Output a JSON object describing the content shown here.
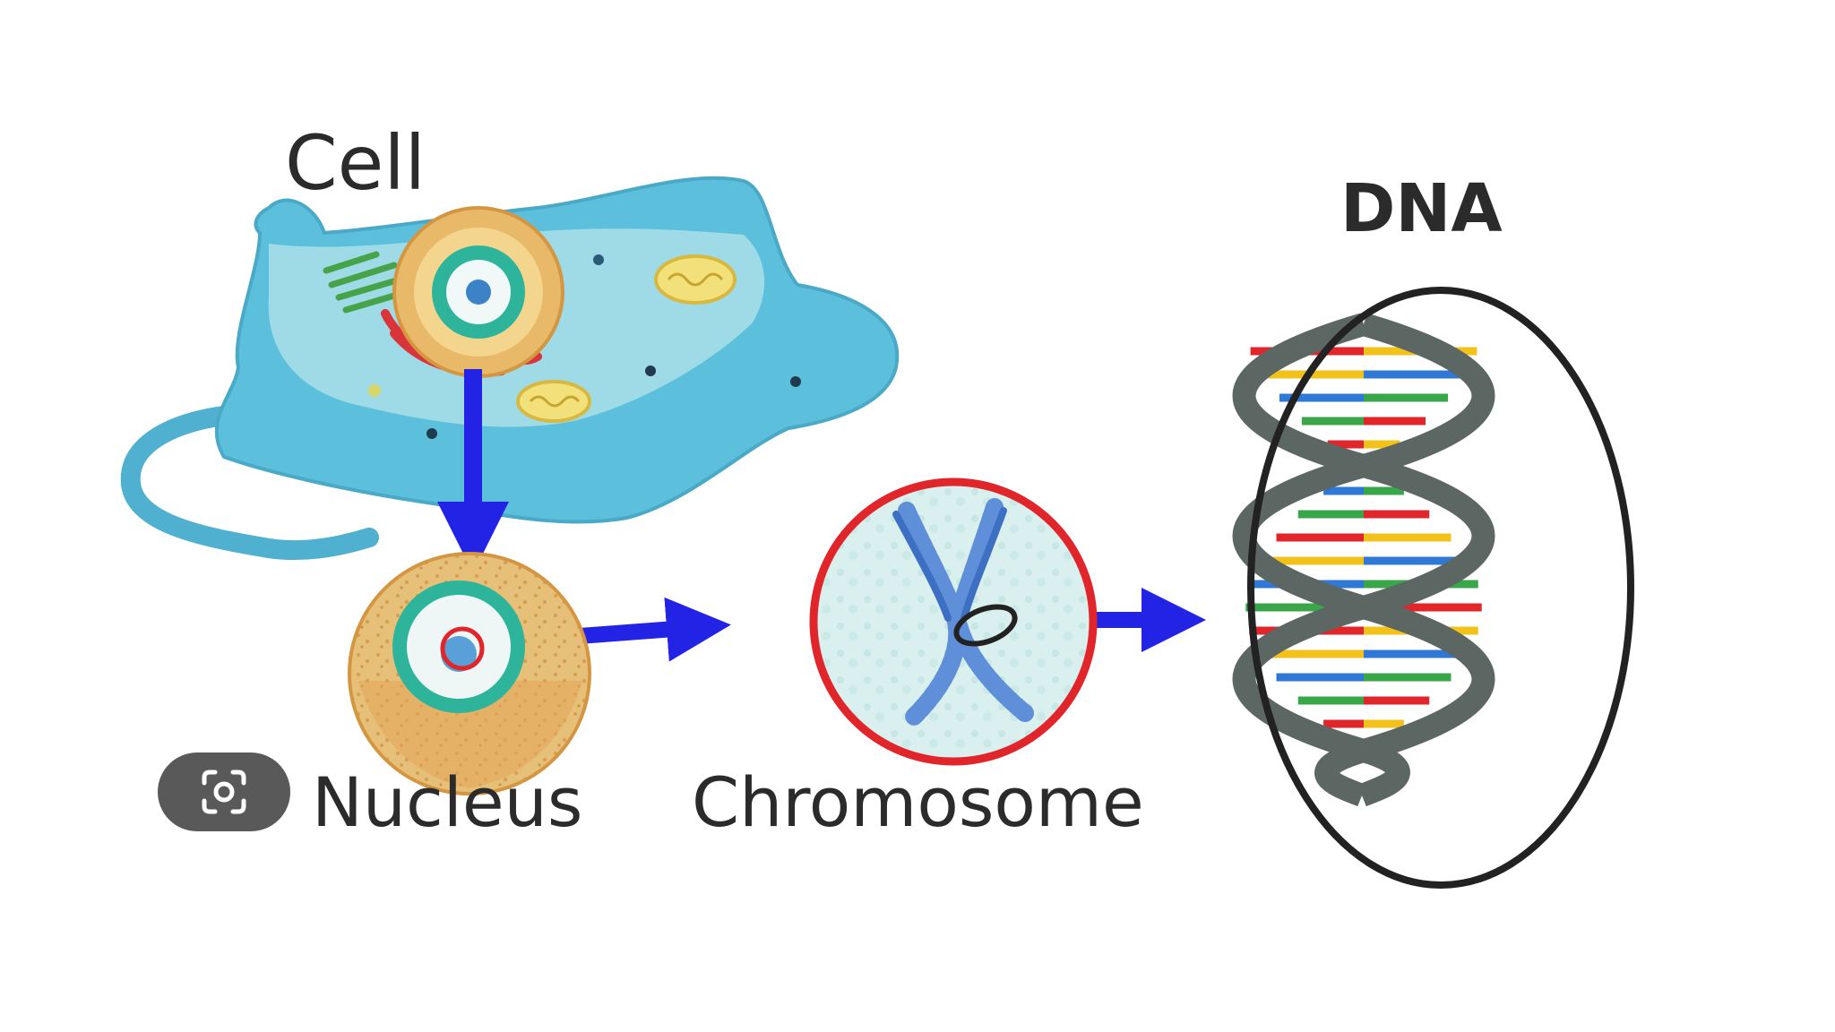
{
  "labels": {
    "cell": "Cell",
    "nucleus": "Nucleus",
    "chromosome": "Chromosome",
    "dna": "DNA"
  },
  "colors": {
    "arrow": "#2323e6",
    "cell_body": "#5cc0dc",
    "cell_cytoplasm": "#a9dfe9",
    "nucleus_outer": "#e9b96a",
    "chromosome_ring": "#e0262b",
    "chromosome_fill": "#d6eeee",
    "chromosome_arm": "#5f8fd8",
    "dna_backbone": "#5c6663",
    "dna_ellipse": "#222222",
    "lens_button": "#595959"
  },
  "icons": {
    "lens_button": "visual-search-icon"
  }
}
